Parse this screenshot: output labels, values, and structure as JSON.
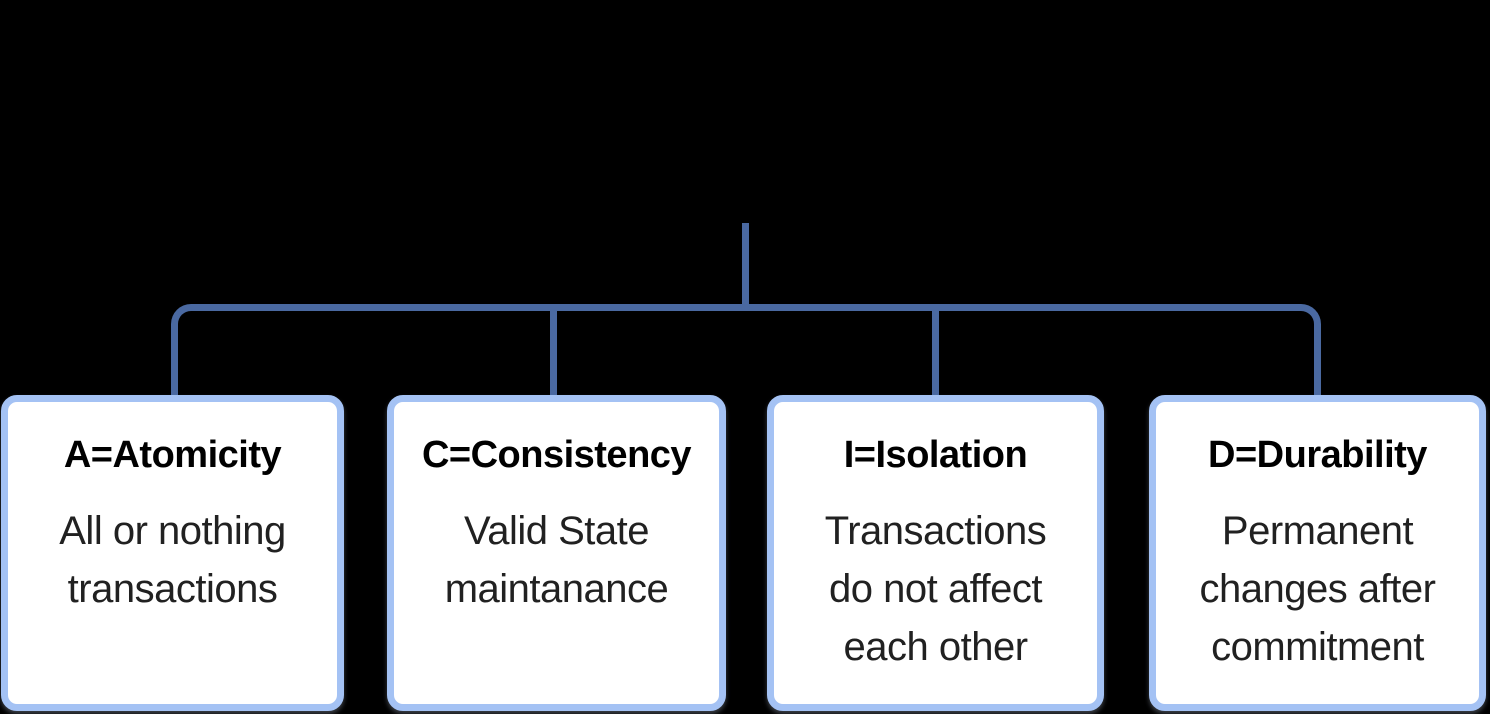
{
  "canvas": {
    "background_color": "#000000",
    "connector_color": "#4a69a1",
    "box_border_color": "#a4c2f4",
    "box_background_color": "#ffffff",
    "title_text_color": "#000000",
    "body_text_color": "#212121"
  },
  "diagram": {
    "type": "tree",
    "nodes": [
      {
        "id": "atomicity",
        "title": "A=Atomicity",
        "body": "All or nothing\ntransactions"
      },
      {
        "id": "consistency",
        "title": "C=Consistency",
        "body": "Valid State\nmaintanance"
      },
      {
        "id": "isolation",
        "title": "I=Isolation",
        "body": "Transactions\ndo not affect\neach other"
      },
      {
        "id": "durability",
        "title": "D=Durability",
        "body": "Permanent\nchanges after\ncommitment"
      }
    ]
  }
}
